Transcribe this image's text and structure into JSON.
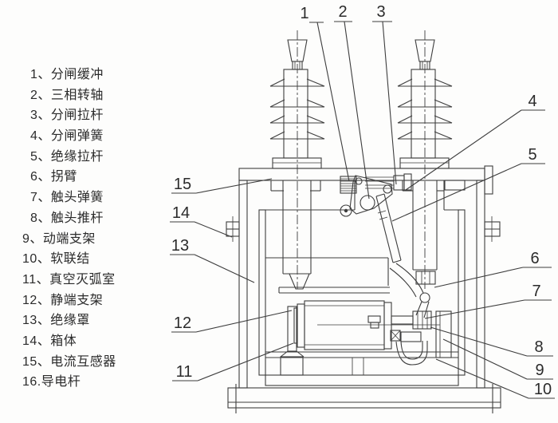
{
  "colors": {
    "paper": "#fdfdfc",
    "ink": "#3d3d3d",
    "text": "#2b2b2b"
  },
  "legend": {
    "items": [
      "1、分闸缓冲",
      "2、三相转轴",
      "3、分闸拉杆",
      "4、分闸弹簧",
      "5、绝缘拉杆",
      "6、拐臂",
      "7、触头弹簧",
      "8、触头推杆",
      "9、动端支架",
      "10、软联结",
      "11、真空灭弧室",
      "12、静端支架",
      "13、绝缘罩",
      "14、箱体",
      "15、电流互感器",
      "16.导电杆"
    ]
  },
  "callouts": {
    "c1": "1",
    "c2": "2",
    "c3": "3",
    "c4": "4",
    "c5": "5",
    "c6": "6",
    "c7": "7",
    "c8": "8",
    "c9": "9",
    "c10": "10",
    "c11": "11",
    "c12": "12",
    "c13": "13",
    "c14": "14",
    "c15": "15"
  }
}
